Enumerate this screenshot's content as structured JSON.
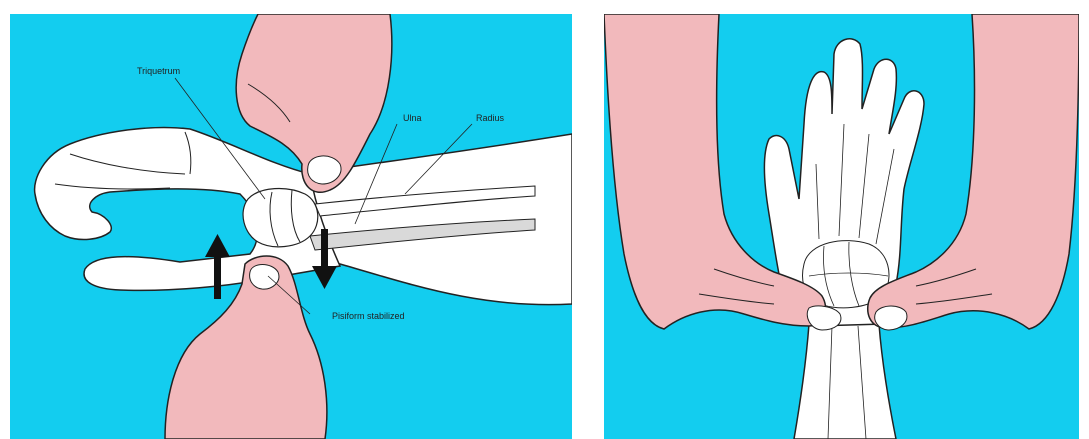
{
  "colors": {
    "background": "#13cdef",
    "examiner_skin": "#f2b9bc",
    "patient_skin": "#ffffff",
    "outline": "#222222",
    "bone_shade": "#d9d9d9",
    "arrow": "#111111"
  },
  "left_panel": {
    "labels": {
      "triquetrum": "Triquetrum",
      "ulna": "Ulna",
      "radius": "Radius",
      "pisiform": "Pisiform stabilized"
    },
    "arrows": [
      "up-arrow",
      "down-arrow"
    ]
  },
  "right_panel": {
    "labels": {}
  }
}
